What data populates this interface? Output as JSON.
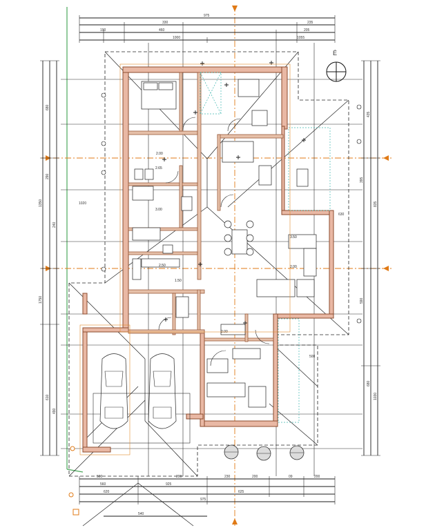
{
  "drawing": {
    "compass_letter": "É",
    "top_dims": [
      "975",
      "330",
      "235",
      "460",
      "190",
      "205",
      "1000",
      "1055"
    ],
    "bottom_dims": [
      "500",
      "200",
      "230",
      "200",
      "09",
      "200",
      "925",
      "620",
      "625",
      "560",
      "975",
      "540"
    ],
    "left_dims": [
      "1020",
      "1350",
      "1750",
      "680",
      "290",
      "240",
      "610",
      "490"
    ],
    "right_dims": [
      "630",
      "435",
      "835",
      "395",
      "590",
      "680",
      "1030",
      "500"
    ],
    "room_tags": [
      "2.00",
      "3.00",
      "1.50",
      "2.50",
      "2.00",
      "2.00",
      "3.50",
      "2.65"
    ]
  }
}
